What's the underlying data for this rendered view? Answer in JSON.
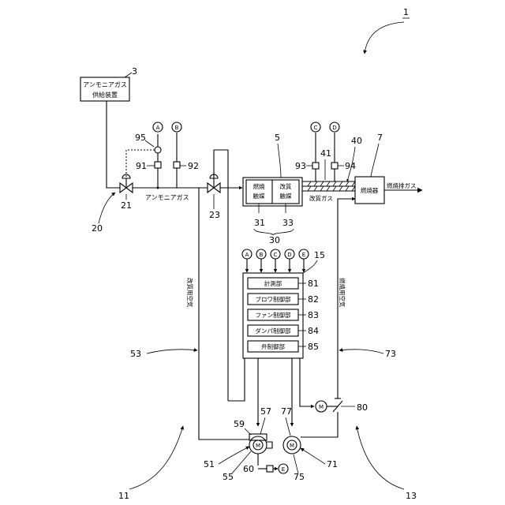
{
  "refs": {
    "r1": "1",
    "r3": "3",
    "r5": "5",
    "r7": "7",
    "r11": "11",
    "r13": "13",
    "r15": "15",
    "r20": "20",
    "r21": "21",
    "r23": "23",
    "r30": "30",
    "r31": "31",
    "r33": "33",
    "r40": "40",
    "r41": "41",
    "r51": "51",
    "r53": "53",
    "r55": "55",
    "r57": "57",
    "r59": "59",
    "r60": "60",
    "r71": "71",
    "r73": "73",
    "r75": "75",
    "r77": "77",
    "r80": "80",
    "r81": "81",
    "r82": "82",
    "r83": "83",
    "r84": "84",
    "r85": "85",
    "r91": "91",
    "r92": "92",
    "r93": "93",
    "r94": "94",
    "r95": "95"
  },
  "labels": {
    "supply_line1": "アンモニアガス",
    "supply_line2": "供給装置",
    "ammonia_gas": "アンモニアガス",
    "combustion_cat_1": "燃焼",
    "combustion_cat_2": "触媒",
    "reforming_cat_1": "改質",
    "reforming_cat_2": "触媒",
    "reformed_gas": "改質ガス",
    "burner": "燃焼器",
    "exhaust": "燃焼排ガス",
    "reforming_air": "改質用空気",
    "combustion_air": "燃焼用空気",
    "measure": "計測部",
    "blower_ctrl": "ブロワ制御部",
    "fan_ctrl": "ファン制御部",
    "damper_ctrl": "ダンパ制御部",
    "valve_ctrl": "弁制御部"
  },
  "signals": {
    "a": "A",
    "b": "B",
    "c": "C",
    "d": "D",
    "e": "E"
  },
  "motor": "M"
}
